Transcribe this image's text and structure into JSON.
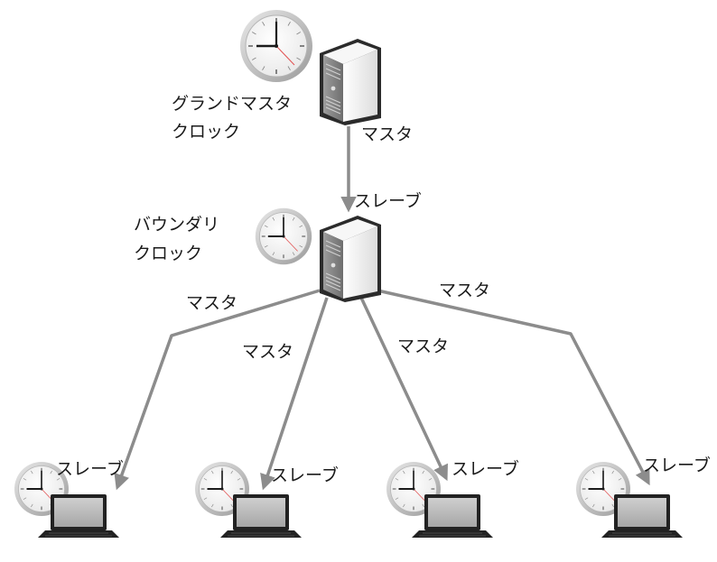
{
  "labels": {
    "grandmaster_line1": "グランドマスタ",
    "grandmaster_line2": "クロック",
    "boundary_line1": "バウンダリ",
    "boundary_line2": "クロック",
    "master": "マスタ",
    "slave": "スレーブ"
  },
  "colors": {
    "connector": "#8c8c8c",
    "server_body": "#f4f4f4",
    "server_dark": "#2b2b2b",
    "clock_face": "#fafafa",
    "clock_rim": "#c8c8c8",
    "second_hand": "#e25050",
    "laptop_screen": "#b9b9b9",
    "laptop_frame": "#222222"
  },
  "icons": [
    "clock-icon",
    "server-icon",
    "laptop-icon"
  ]
}
